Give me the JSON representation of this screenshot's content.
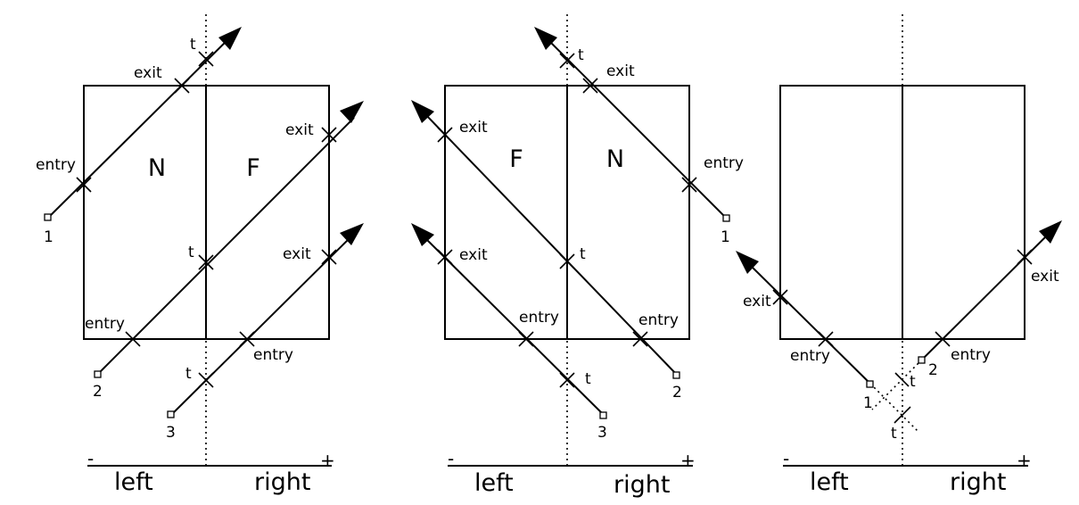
{
  "labels": {
    "t": "t",
    "entry": "entry",
    "exit": "exit",
    "N": "N",
    "F": "F",
    "ray1": "1",
    "ray2": "2",
    "ray3": "3",
    "minus": "-",
    "plus": "+",
    "left": "left",
    "right": "right"
  },
  "panels": [
    {
      "near_side": "left",
      "far_side": "right",
      "rays": [
        "1",
        "2",
        "3"
      ]
    },
    {
      "near_side": "right",
      "far_side": "left",
      "rays": [
        "1",
        "2",
        "3"
      ]
    },
    {
      "near_side": "none",
      "far_side": "none",
      "rays": [
        "1",
        "2"
      ]
    }
  ]
}
